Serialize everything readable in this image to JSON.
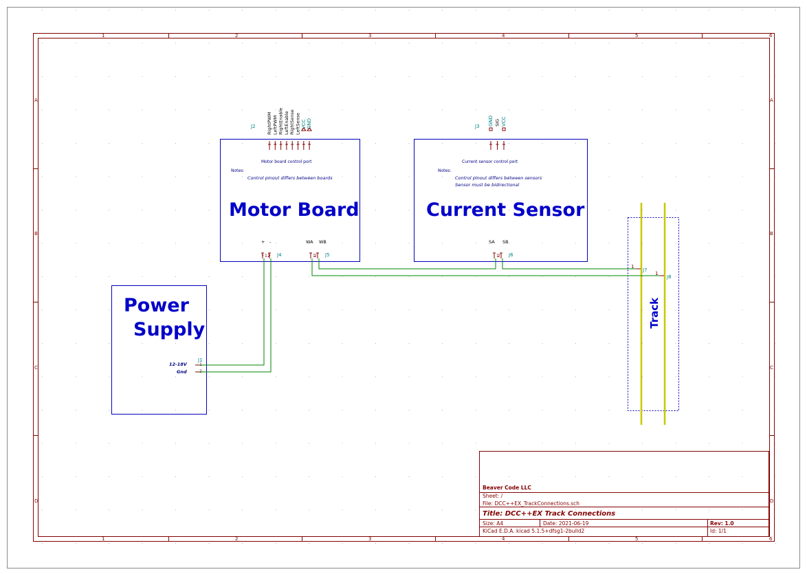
{
  "frame": {
    "column_labels": [
      "1",
      "2",
      "3",
      "4",
      "5",
      "6"
    ],
    "row_labels": [
      "A",
      "B",
      "C",
      "D"
    ]
  },
  "blocks": {
    "motor_board": {
      "title": "Motor Board",
      "subtitle": "Motor board control port",
      "notes_label": "Notes:",
      "note": "Control pinout differs between boards",
      "connector_ref": "J2",
      "connector_pins": [
        "RightPWM",
        "LeftPWM",
        "RightEnable",
        "LeftEnable",
        "RightSense",
        "LeftSense",
        "VCC",
        "GND"
      ],
      "power_pins": [
        "+",
        "-"
      ],
      "power_ref": "J4",
      "track_pins": [
        "WA",
        "WB"
      ],
      "track_ref": "J5"
    },
    "current_sensor": {
      "title": "Current Sensor",
      "subtitle": "Current sensor control port",
      "notes_label": "Notes:",
      "note_line1": "Control pinout differs between sensors",
      "note_line2": "Sensor must be bidirectional",
      "connector_ref": "J3",
      "connector_pins": [
        "GND",
        "SIG",
        "VCC"
      ],
      "track_pins": [
        "SA",
        "SB"
      ],
      "track_ref": "J6"
    },
    "power_supply": {
      "title_line1": "Power",
      "title_line2": "Supply",
      "connector_ref": "J1",
      "pin1_label": "12-18V",
      "pin2_label": "Gnd"
    },
    "track": {
      "title": "Track",
      "ref_a": "J7",
      "ref_b": "J8"
    }
  },
  "title_block": {
    "company": "Beaver Code LLC",
    "sheet": "Sheet: /",
    "file": "File: DCC++EX_TrackConnections.sch",
    "title": "Title: DCC++EX Track Connections",
    "size": "Size: A4",
    "date": "Date: 2021-06-19",
    "rev": "Rev: 1.0",
    "tool": "KiCad E.D.A.  kicad 5.1.5+dfsg1-2build2",
    "id": "Id: 1/1"
  },
  "colors": {
    "frame": "#840000",
    "block": "#0000b8",
    "wire": "#008400",
    "track": "#c8c800"
  }
}
